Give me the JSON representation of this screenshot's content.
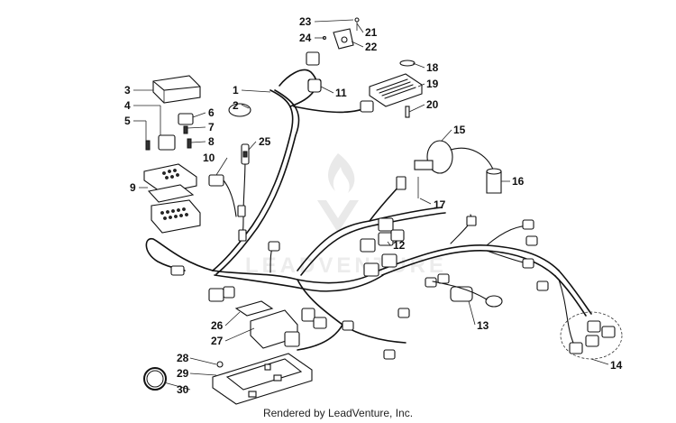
{
  "diagram": {
    "caption": "Rendered by LeadVenture, Inc.",
    "watermark": "LEADVENTURE",
    "callouts": [
      "1",
      "2",
      "3",
      "4",
      "5",
      "6",
      "7",
      "8",
      "9",
      "10",
      "11",
      "12",
      "13",
      "14",
      "15",
      "16",
      "17",
      "18",
      "19",
      "20",
      "21",
      "22",
      "23",
      "24",
      "25",
      "26",
      "27",
      "28",
      "29",
      "30"
    ]
  }
}
